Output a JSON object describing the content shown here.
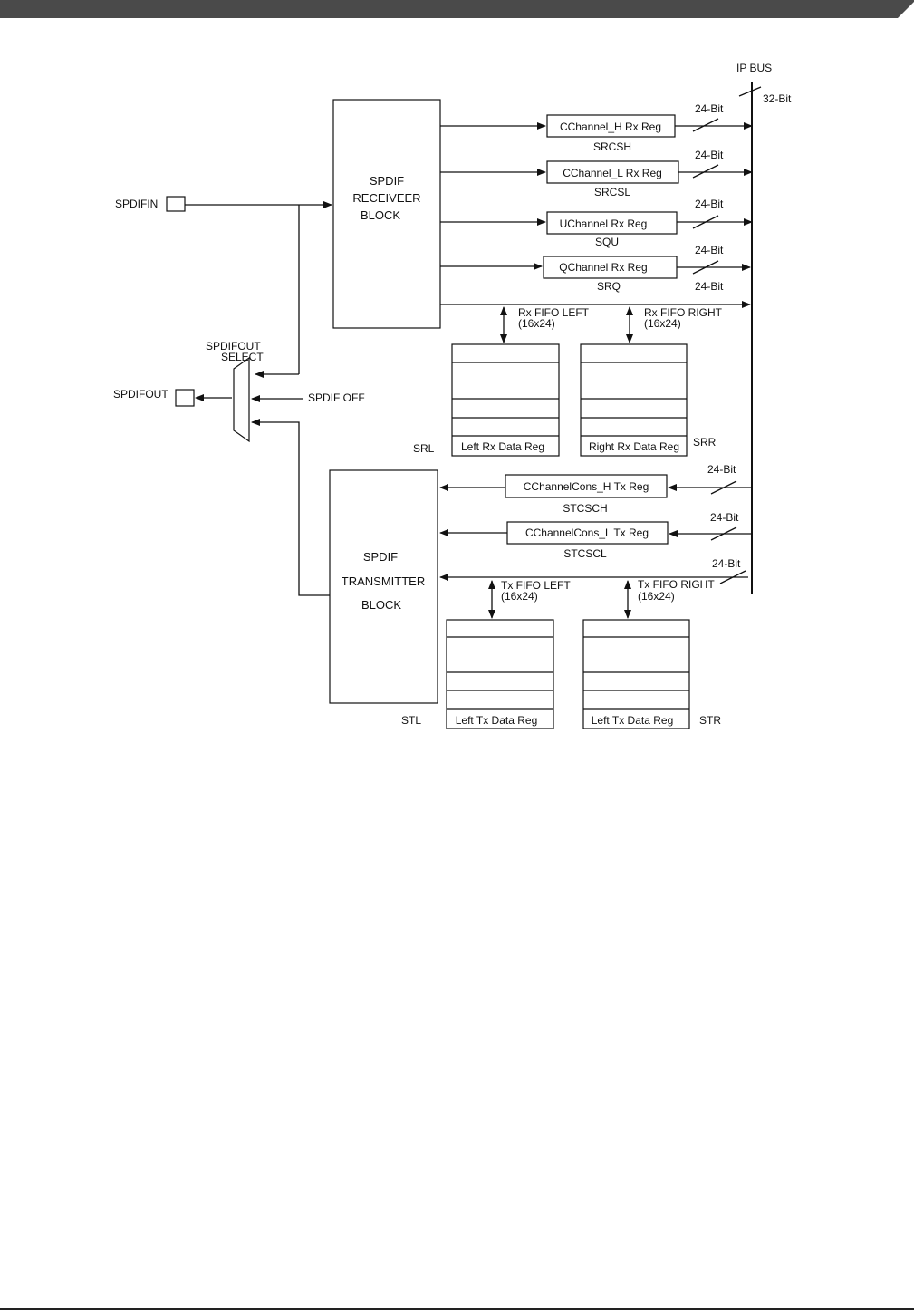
{
  "colors": {
    "header_bar": "#4a4a4a",
    "line": "#111111",
    "background": "#ffffff"
  },
  "diagram": {
    "bus": {
      "label": "IP BUS",
      "width_label": "32-Bit"
    },
    "receiver": {
      "line1": "SPDIF",
      "line2": "RECEIVEER",
      "line3": "BLOCK"
    },
    "transmitter": {
      "line1": "SPDIF",
      "line2": "TRANSMITTER",
      "line3": "BLOCK"
    },
    "spdifin": "SPDIFIN",
    "spdifout": "SPDIFOUT",
    "mux": {
      "line1": "SPDIFOUT",
      "line2": "SELECT",
      "off_label": "SPDIF OFF"
    },
    "bit24": "24-Bit",
    "rx_regs": [
      {
        "name": "CChannel_H Rx Reg",
        "sub": "SRCSH"
      },
      {
        "name": "CChannel_L Rx Reg",
        "sub": "SRCSL"
      },
      {
        "name": "UChannel Rx Reg",
        "sub": "SQU"
      },
      {
        "name": "QChannel Rx Reg",
        "sub": "SRQ"
      }
    ],
    "rx_fifo_left": {
      "line1": "Rx FIFO LEFT",
      "line2": "(16x24)",
      "reg": "Left Rx Data Reg",
      "side": "SRL"
    },
    "rx_fifo_right": {
      "line1": "Rx FIFO RIGHT",
      "line2": "(16x24)",
      "reg": "Right Rx Data Reg",
      "side": "SRR"
    },
    "tx_regs": [
      {
        "name": "CChannelCons_H Tx Reg",
        "sub": "STCSCH"
      },
      {
        "name": "CChannelCons_L Tx Reg",
        "sub": "STCSCL"
      }
    ],
    "tx_fifo_left": {
      "line1": "Tx FIFO LEFT",
      "line2": "(16x24)",
      "reg": "Left Tx Data Reg",
      "side": "STL"
    },
    "tx_fifo_right": {
      "line1": "Tx FIFO RIGHT",
      "line2": "(16x24)",
      "reg": "Left Tx Data Reg",
      "side": "STR"
    }
  }
}
